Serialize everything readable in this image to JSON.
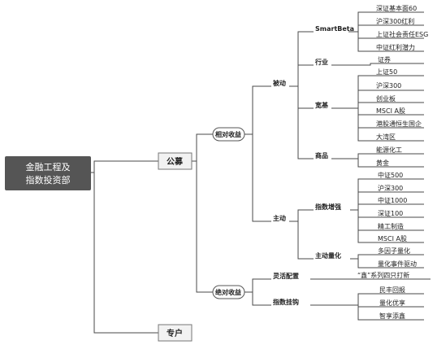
{
  "root": {
    "line1": "金融工程及",
    "line2": "指数投资部"
  },
  "branches": {
    "public": "公募",
    "private": "专户"
  },
  "public": {
    "relative": "相对收益",
    "absolute": "绝对收益",
    "passive": "被动",
    "active": "主动",
    "smartbeta": {
      "label": "SmartBeta",
      "items": [
        "深证基本面60",
        "沪深300红利",
        "上证社会责任ESG",
        "中证红利潜力"
      ]
    },
    "industry": {
      "label": "行业",
      "items": [
        "证券"
      ]
    },
    "broad": {
      "label": "宽基",
      "items": [
        "上证50",
        "沪深300",
        "创业板",
        "MSCI A股",
        "港股通恒生国企",
        "大湾区"
      ]
    },
    "commodity": {
      "label": "商品",
      "items": [
        "能源化工",
        "黄金"
      ]
    },
    "enhanced": {
      "label": "指数增强",
      "items": [
        "中证500",
        "沪深300",
        "中证1000",
        "深证100",
        "精工制造",
        "MSCI A股"
      ]
    },
    "quant": {
      "label": "主动量化",
      "items": [
        "多因子量化",
        "量化事件驱动"
      ]
    },
    "flexible": {
      "label": "灵活配置",
      "items": [
        "“鑫”系列四只打新"
      ]
    },
    "index_linked": {
      "label": "指数挂钩",
      "items": [
        "民丰回报",
        "量化优享",
        "智享添鑫"
      ]
    }
  }
}
